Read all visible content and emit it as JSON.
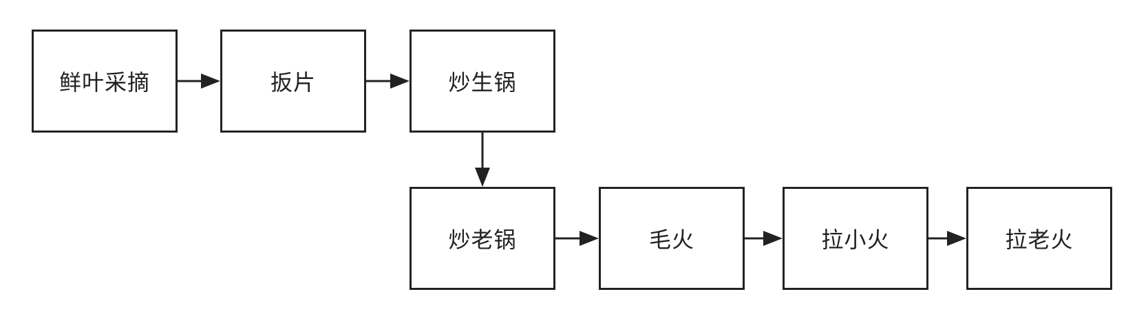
{
  "diagram": {
    "nodes": [
      {
        "id": "n1",
        "label": "鲜叶采摘"
      },
      {
        "id": "n2",
        "label": "扳片"
      },
      {
        "id": "n3",
        "label": "炒生锅"
      },
      {
        "id": "n4",
        "label": "炒老锅"
      },
      {
        "id": "n5",
        "label": "毛火"
      },
      {
        "id": "n6",
        "label": "拉小火"
      },
      {
        "id": "n7",
        "label": "拉老火"
      }
    ],
    "edges": [
      {
        "from": "n1",
        "to": "n2"
      },
      {
        "from": "n2",
        "to": "n3"
      },
      {
        "from": "n3",
        "to": "n4"
      },
      {
        "from": "n4",
        "to": "n5"
      },
      {
        "from": "n5",
        "to": "n6"
      },
      {
        "from": "n6",
        "to": "n7"
      }
    ],
    "colors": {
      "stroke": "#222222",
      "background": "#ffffff"
    }
  }
}
